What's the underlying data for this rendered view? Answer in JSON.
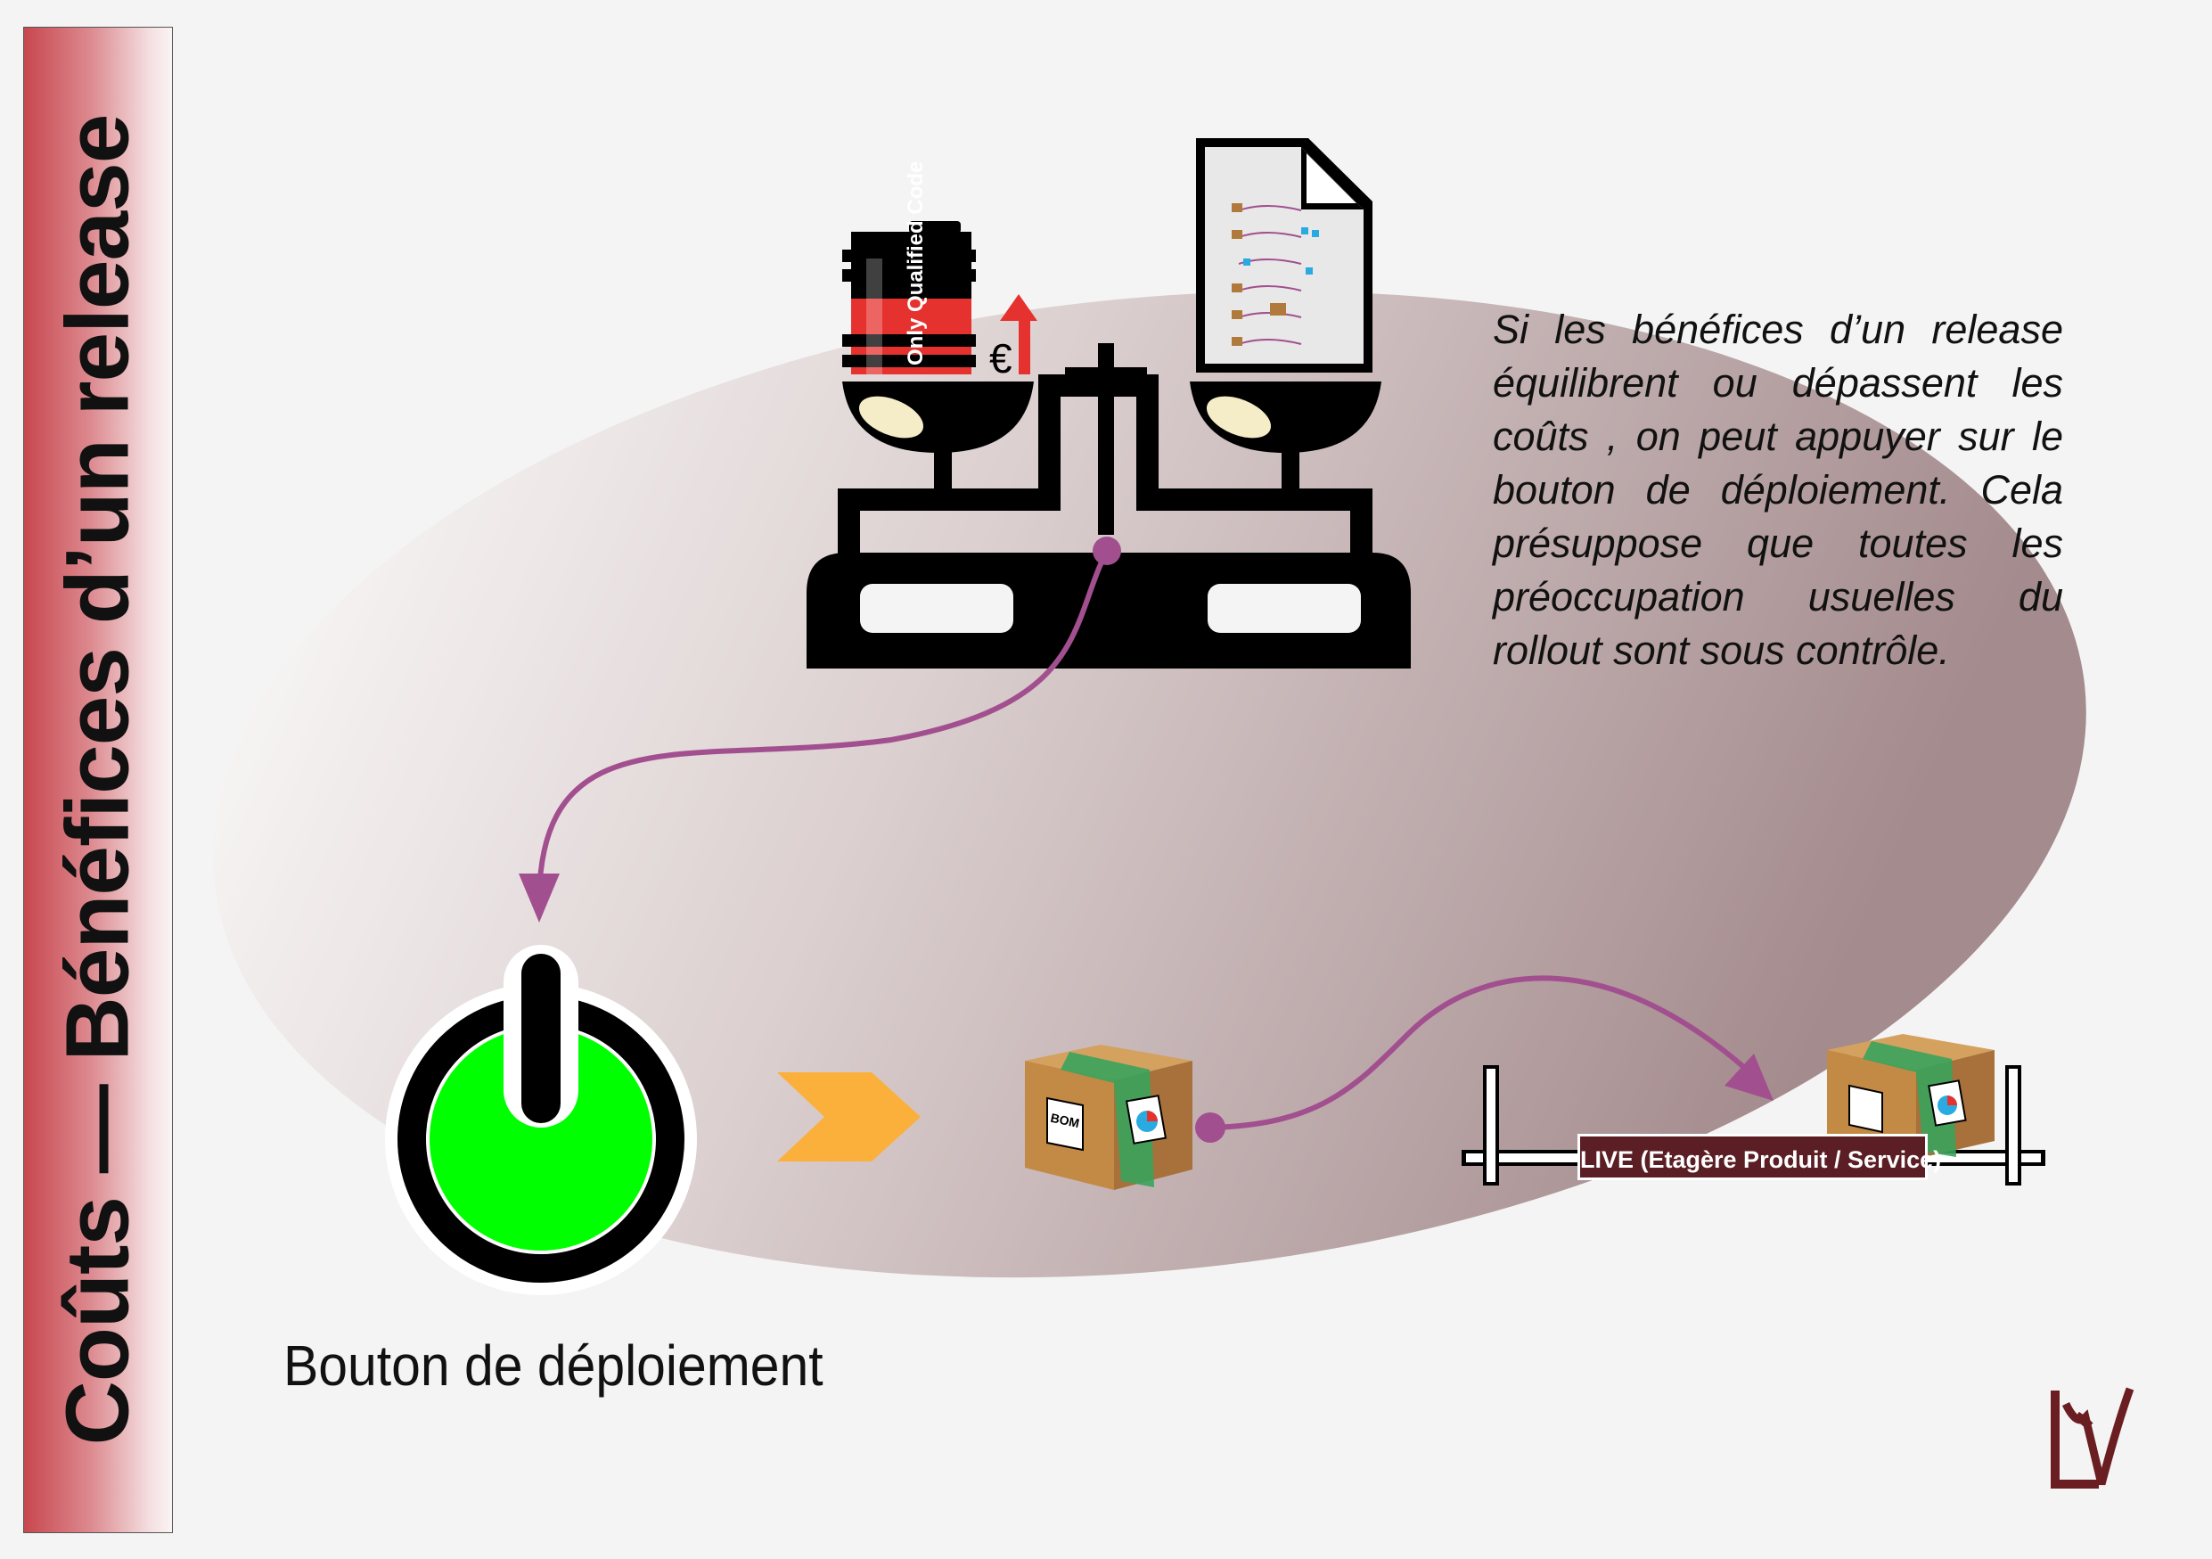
{
  "sidebar": {
    "title": "Coûts — Bénéfices d’un release"
  },
  "scale": {
    "can_label": "Only Qualified Code",
    "currency_symbol": "€"
  },
  "description": "Si les bénéfices d’un release équilibrent ou dépassent les coûts , on peut appuyer sur le bouton de déploiement. Cela présuppose que toutes les préoccupation usuelles du rollout sont sous contrôle.",
  "deploy_button": {
    "caption": "Bouton de déploiement"
  },
  "package": {
    "label": "BOM"
  },
  "shelf": {
    "label": "LIVE (Etagère Produit / Service)"
  },
  "colors": {
    "accent_purple": "#a24f8f",
    "button_green": "#00ff00",
    "chevron": "#fbb03b",
    "label_bg": "#5a1e24"
  }
}
